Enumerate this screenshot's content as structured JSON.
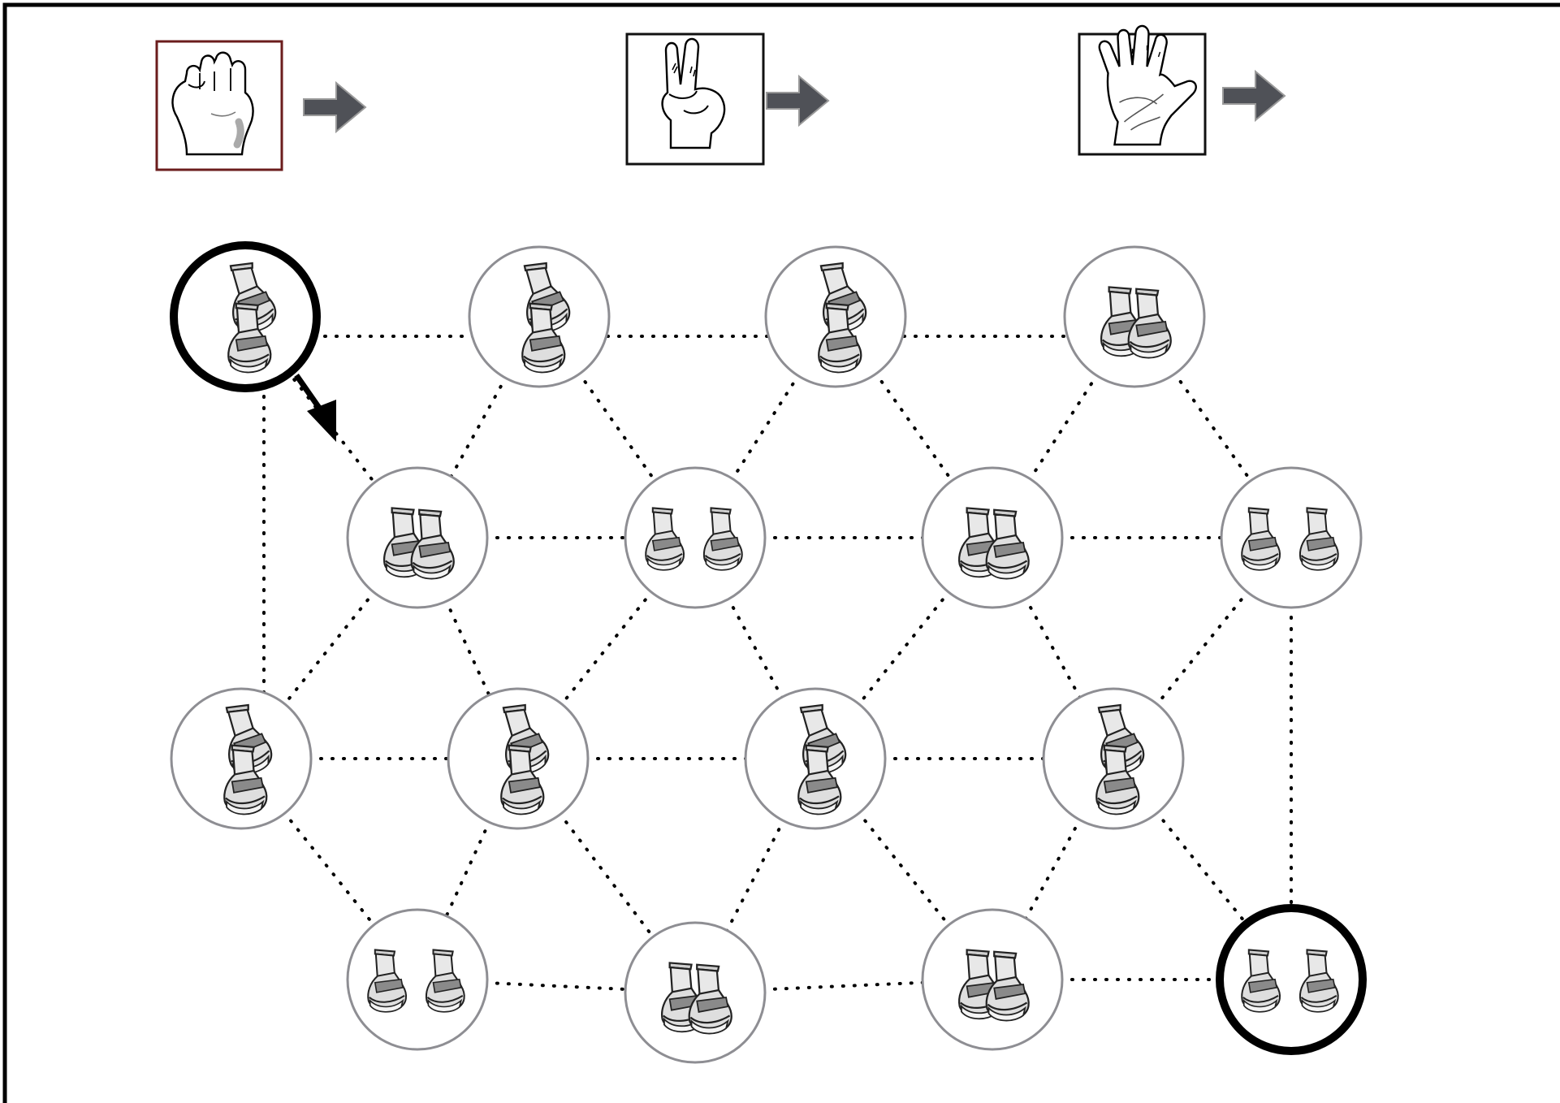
{
  "puzzle": {
    "legend": [
      {
        "gesture": "fist",
        "gesture_icon": "fist-hand-icon",
        "result": "shoes-together",
        "result_icon": "shoes-side-by-side-icon",
        "frame_color": "#6b1d1d"
      },
      {
        "gesture": "two-fingers",
        "gesture_icon": "peace-hand-icon",
        "result": "shoes-stacked",
        "result_icon": "shoes-one-behind-other-icon",
        "frame_color": "#111111"
      },
      {
        "gesture": "open-palm",
        "gesture_icon": "open-hand-icon",
        "result": "shoes-apart",
        "result_icon": "shoes-spread-apart-icon",
        "frame_color": "#111111"
      }
    ],
    "grid": {
      "rows": [
        [
          "stacked",
          "stacked",
          "stacked",
          "together"
        ],
        [
          "together",
          "apart",
          "together",
          "apart"
        ],
        [
          "stacked",
          "stacked",
          "stacked",
          "stacked"
        ],
        [
          "apart",
          "together",
          "together",
          "apart"
        ]
      ],
      "start": {
        "row": 0,
        "col": 0
      },
      "end": {
        "row": 3,
        "col": 3
      },
      "start_arrow_toward": {
        "row": 1,
        "col": 0
      }
    },
    "colors": {
      "frame": "#000000",
      "node_ring": "#8e8e93",
      "highlight_ring": "#000000",
      "arrow_fill": "#4f5157",
      "shoe_fill": "#e2e2e2",
      "shoe_stripe": "#8a8a8a"
    }
  }
}
